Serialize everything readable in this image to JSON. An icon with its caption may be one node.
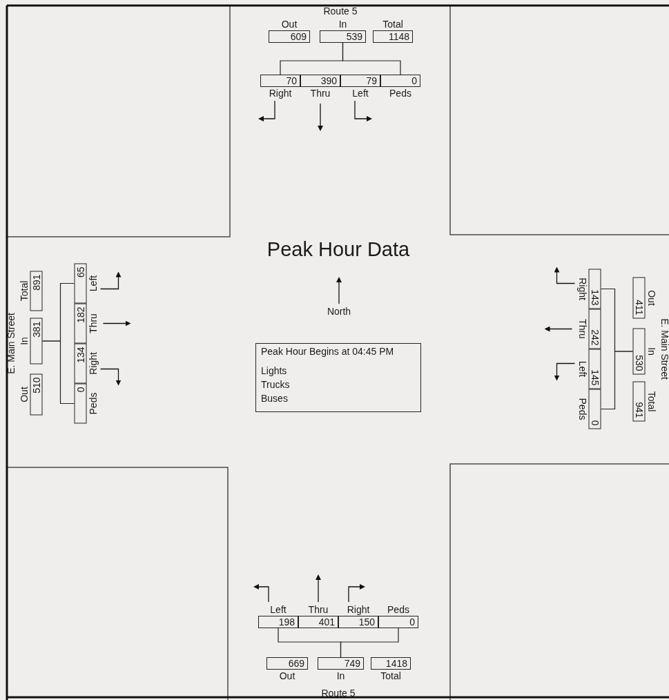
{
  "diagram": {
    "title": "Peak Hour Data",
    "nodes": [
      {
        "text": [
          "Out",
          "609"
        ]
      },
      {
        "text": [
          "In",
          "539"
        ]
      },
      {
        "text": [
          "Total",
          "1148"
        ]
      },
      {
        "text": [
          "70",
          "Right"
        ]
      },
      {
        "text": [
          "390",
          "Thru"
        ]
      },
      {
        "text": [
          "79",
          "Left"
        ]
      },
      {
        "text": [
          "0",
          "Peds"
        ]
      },
      {
        "text": [
          "Out",
          "510"
        ]
      },
      {
        "text": [
          "In",
          "381"
        ]
      },
      {
        "text": [
          "Total",
          "891"
        ]
      },
      {
        "text": [
          "0",
          "Peds"
        ]
      },
      {
        "text": [
          "134",
          "Right"
        ]
      },
      {
        "text": [
          "182",
          "Thru"
        ]
      },
      {
        "text": [
          "65",
          "Left"
        ]
      },
      {
        "text": [
          "Out",
          "411"
        ]
      },
      {
        "text": [
          "In",
          "530"
        ]
      },
      {
        "text": [
          "Total",
          "941"
        ]
      },
      {
        "text": [
          "143",
          "Right"
        ]
      },
      {
        "text": [
          "242",
          "Thru"
        ]
      },
      {
        "text": [
          "145",
          "Left"
        ]
      },
      {
        "text": [
          "0",
          "Peds"
        ]
      },
      {
        "text": [
          "Peak Hour Begins at 04:45 PM",
          "Lights",
          "Trucks",
          "Buses"
        ]
      },
      {
        "text": [
          "Left",
          "198"
        ]
      },
      {
        "text": [
          "Thru",
          "401"
        ]
      },
      {
        "text": [
          "Right",
          "150"
        ]
      },
      {
        "text": [
          "Peds",
          "0"
        ]
      },
      {
        "text": [
          "669",
          "Out"
        ]
      },
      {
        "text": [
          "749",
          "In"
        ]
      },
      {
        "text": [
          "1418",
          "Total"
        ]
      }
    ],
    "edges": [
      {
        "from": 1,
        "to": 3,
        "arrow": "none"
      },
      {
        "from": 1,
        "to": 6,
        "arrow": "none"
      },
      {
        "from": 8,
        "to": 10,
        "arrow": "none"
      },
      {
        "from": 8,
        "to": 13,
        "arrow": "none"
      },
      {
        "from": 15,
        "to": 17,
        "arrow": "none"
      },
      {
        "from": 15,
        "to": 20,
        "arrow": "none"
      },
      {
        "from": 27,
        "to": 22,
        "arrow": "none"
      },
      {
        "from": 27,
        "to": 25,
        "arrow": "none"
      }
    ],
    "labels": [
      "Route 5",
      "E. Main Street",
      "North",
      "E. Main Street",
      "Route 5"
    ]
  }
}
